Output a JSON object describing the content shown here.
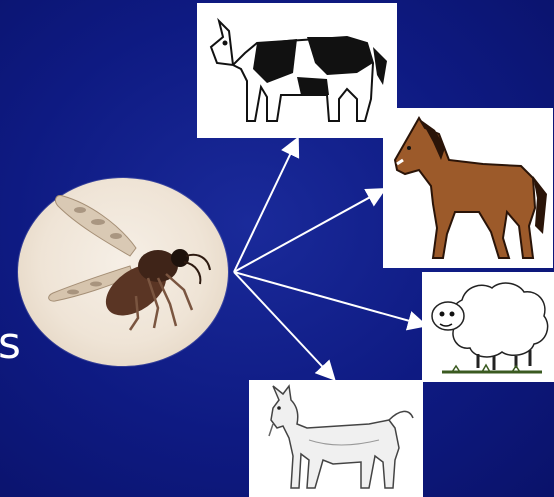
{
  "slide": {
    "partial_text": "s",
    "colors": {
      "background": "#0e1a82",
      "arrow": "#ffffff",
      "text": "#ffffff"
    }
  },
  "images": [
    {
      "subject": "insect",
      "icon": "midge-insect-photo"
    },
    {
      "subject": "cow",
      "icon": "cow-illustration"
    },
    {
      "subject": "horse",
      "icon": "horse-illustration"
    },
    {
      "subject": "sheep",
      "icon": "sheep-illustration"
    },
    {
      "subject": "goat",
      "icon": "goat-illustration"
    }
  ]
}
